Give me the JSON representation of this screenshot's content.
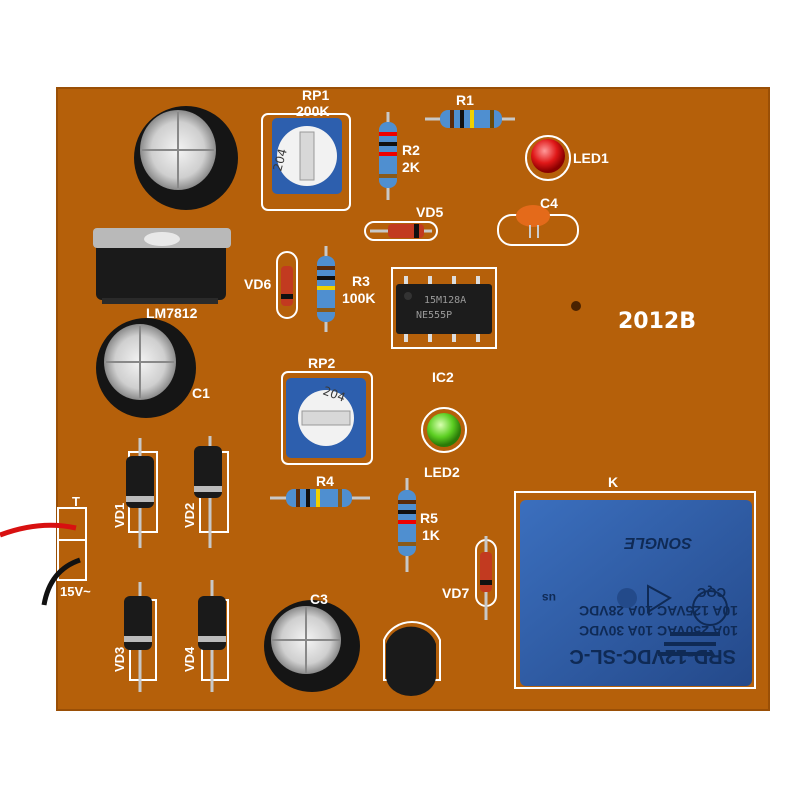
{
  "board": {
    "id_label": "2012B",
    "colors": {
      "substrate": "#b5600a",
      "silkscreen": "#ffffff",
      "relay": "#2f5fa8"
    }
  },
  "silkscreen": {
    "rp1": "RP1",
    "rp1_value": "200K",
    "r1": "R1",
    "r2": "R2",
    "r2_value": "2K",
    "led1": "LED1",
    "vd5": "VD5",
    "c4": "C4",
    "vd6": "VD6",
    "r3": "R3",
    "r3_value": "100K",
    "lm7812": "LM7812",
    "c1": "C1",
    "ic2": "IC2",
    "rp2": "RP2",
    "led2": "LED2",
    "k": "K",
    "r4": "R4",
    "r5": "R5",
    "r5_value": "1K",
    "vd1": "VD1",
    "vd2": "VD2",
    "vd3": "VD3",
    "vd4": "VD4",
    "vd7": "VD7",
    "t": "T",
    "v15": "15V~",
    "c3": "C3"
  },
  "pot_marking": "204",
  "ic_marking": {
    "line1": "15M128A",
    "line2": "NE555P"
  },
  "relay": {
    "model": "SRD-12VDC-SL-C",
    "rating1": "10A 250VAC  10A 30VDC",
    "rating2": "10A 125VAC  10A 28VDC",
    "brand": "SONGLE",
    "cqc": "CQC",
    "us": "us"
  }
}
